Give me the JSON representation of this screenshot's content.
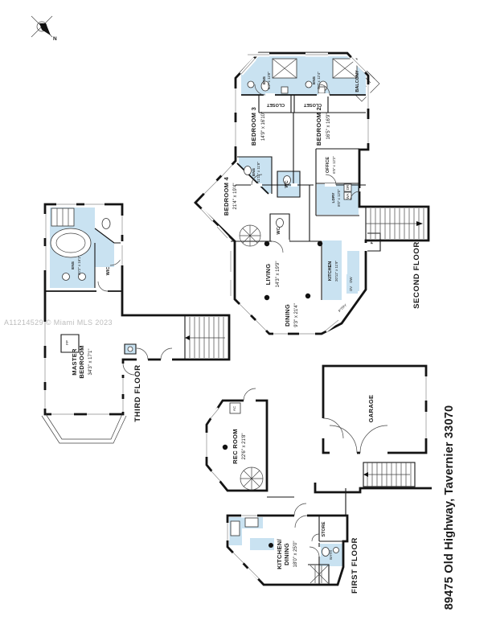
{
  "meta": {
    "watermark": "A11214529 © Miami MLS 2023",
    "address": "89475 Old Highway, Tavernier 33070",
    "compass_north": "N"
  },
  "colors": {
    "wet_area": "#c9e2f1",
    "wall": "#141414",
    "watermark_gray": "#bcbcbc"
  },
  "floors": {
    "third": {
      "title": "THIRD FLOOR",
      "master_l1": "MASTER",
      "master_l2": "BEDROOM",
      "master_dims": "34'3\" x 17'1\"",
      "ens_name": "ENS",
      "ens_dims": "20'2\" x 16'1\"",
      "wic": "WIC",
      "fp": "FP"
    },
    "second": {
      "title": "SECOND FLOOR",
      "bedroom3_name": "BEDROOM 3",
      "bedroom3_dims": "14'9\" x 16'10\"",
      "bedroom2_name": "BEDROOM 2",
      "bedroom2_dims": "16'5\" x 16'9\"",
      "bedroom4_name": "BEDROOM 4",
      "bedroom4_dims": "21'4\" x 19'4\"",
      "ens3_name": "ENS",
      "ens3_dims": "6'7\" x 13'8\"",
      "ens2_name": "ENS",
      "ens2_dims": "8'7\" x 12'4\"",
      "ens4_name": "ENS",
      "ens4_dims": "11'11\" x 11'8\"",
      "closet_left": "CLOSET",
      "closet_right": "CLOSET",
      "balcony": "BALCONY",
      "office_name": "OFFICE",
      "office_dims": "6'5\" x 12'2\"",
      "ldry_name": "LDRY",
      "ldry_dims": "8'0\" x 12'0\"",
      "living_name": "LIVING",
      "living_dims": "14'3\" x 19'9\"",
      "kitchen_name": "KITCHEN",
      "kitchen_dims": "20'11\" x 11'9\"",
      "dining_name": "DINING",
      "dining_dims": "9'3\" x 21'4\"",
      "wc_upper": "WC",
      "wc_lower": "WC",
      "oven": "OV",
      "dishwasher": "DW",
      "fridge": "F",
      "pantry": "P'TRY",
      "dryer": "DR",
      "washer": "WA"
    },
    "first": {
      "title": "FIRST FLOOR",
      "garage": "GARAGE",
      "rec_name": "REC ROOM",
      "rec_dims": "22'6\" x 21'8\"",
      "kd_l1": "KITCHEN/",
      "kd_l2": "DINING",
      "kd_dims": "18'0\" x 25'0\"",
      "store": "STORE",
      "bath": "BATH",
      "ac": "AC"
    }
  }
}
